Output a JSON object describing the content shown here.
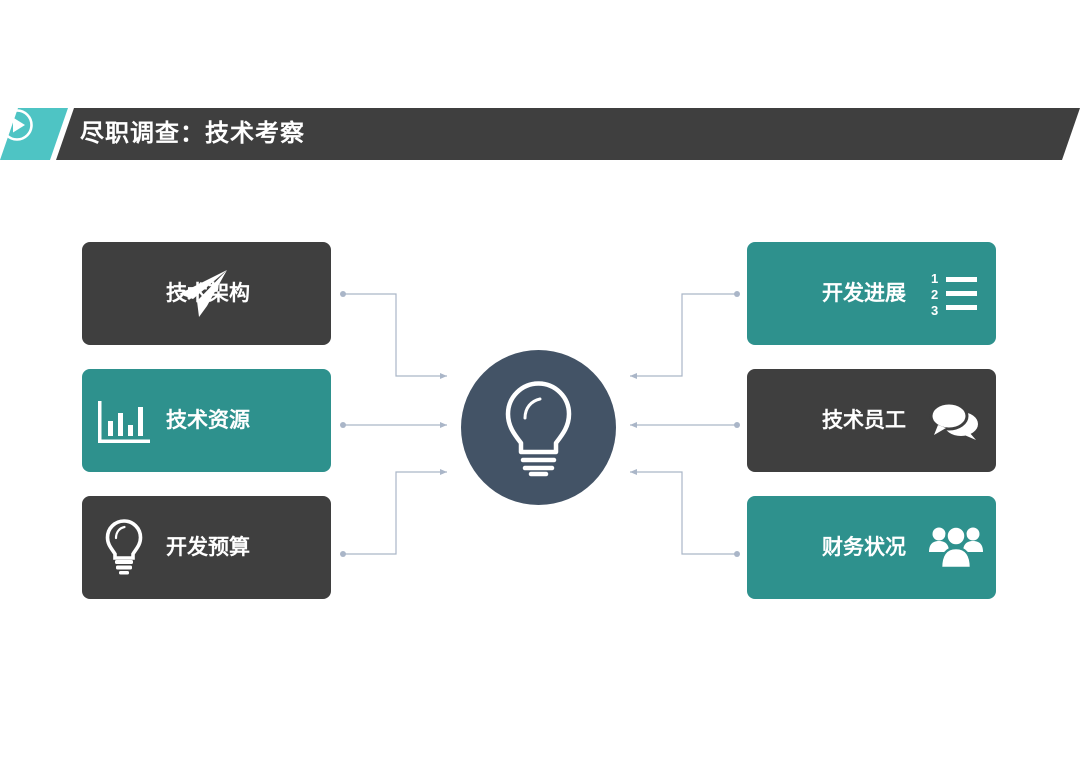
{
  "header": {
    "title": "尽职调查：技术考察",
    "accent_color": "#4ec4c4",
    "bar_color": "#3f3f3f",
    "play_icon": "play-circle-icon"
  },
  "hub": {
    "icon": "lightbulb-icon",
    "color": "#435366"
  },
  "colors": {
    "dark": "#3f3f3f",
    "teal": "#2e918d",
    "connector": "#aab6c8"
  },
  "left_items": [
    {
      "label": "技术架构",
      "icon": "paper-plane-icon",
      "style": "dark"
    },
    {
      "label": "技术资源",
      "icon": "bar-chart-icon",
      "style": "teal"
    },
    {
      "label": "开发预算",
      "icon": "lightbulb-icon",
      "style": "dark"
    }
  ],
  "right_items": [
    {
      "label": "开发进展",
      "icon": "numbered-list-icon",
      "style": "teal"
    },
    {
      "label": "技术员工",
      "icon": "chat-bubbles-icon",
      "style": "dark"
    },
    {
      "label": "财务状况",
      "icon": "people-group-icon",
      "style": "teal"
    }
  ]
}
